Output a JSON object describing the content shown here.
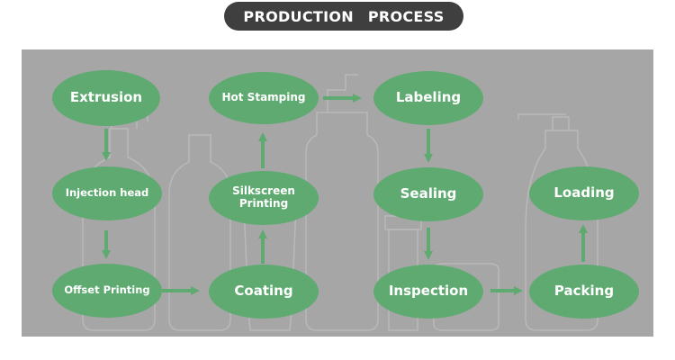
{
  "header": {
    "title": "PRODUCTION PROCESS"
  },
  "colors": {
    "node": "#5eaa70",
    "arrow": "#5eaa70",
    "panel": "#a6a6a6",
    "title_bg": "#3f3f3f"
  },
  "steps": [
    {
      "label": "Extrusion"
    },
    {
      "label": "Injection head"
    },
    {
      "label": "Offset Printing"
    },
    {
      "label": "Coating"
    },
    {
      "label": "Silkscreen\nPrinting"
    },
    {
      "label": "Hot Stamping"
    },
    {
      "label": "Labeling"
    },
    {
      "label": "Sealing"
    },
    {
      "label": "Inspection"
    },
    {
      "label": "Packing"
    },
    {
      "label": "Loading"
    }
  ]
}
